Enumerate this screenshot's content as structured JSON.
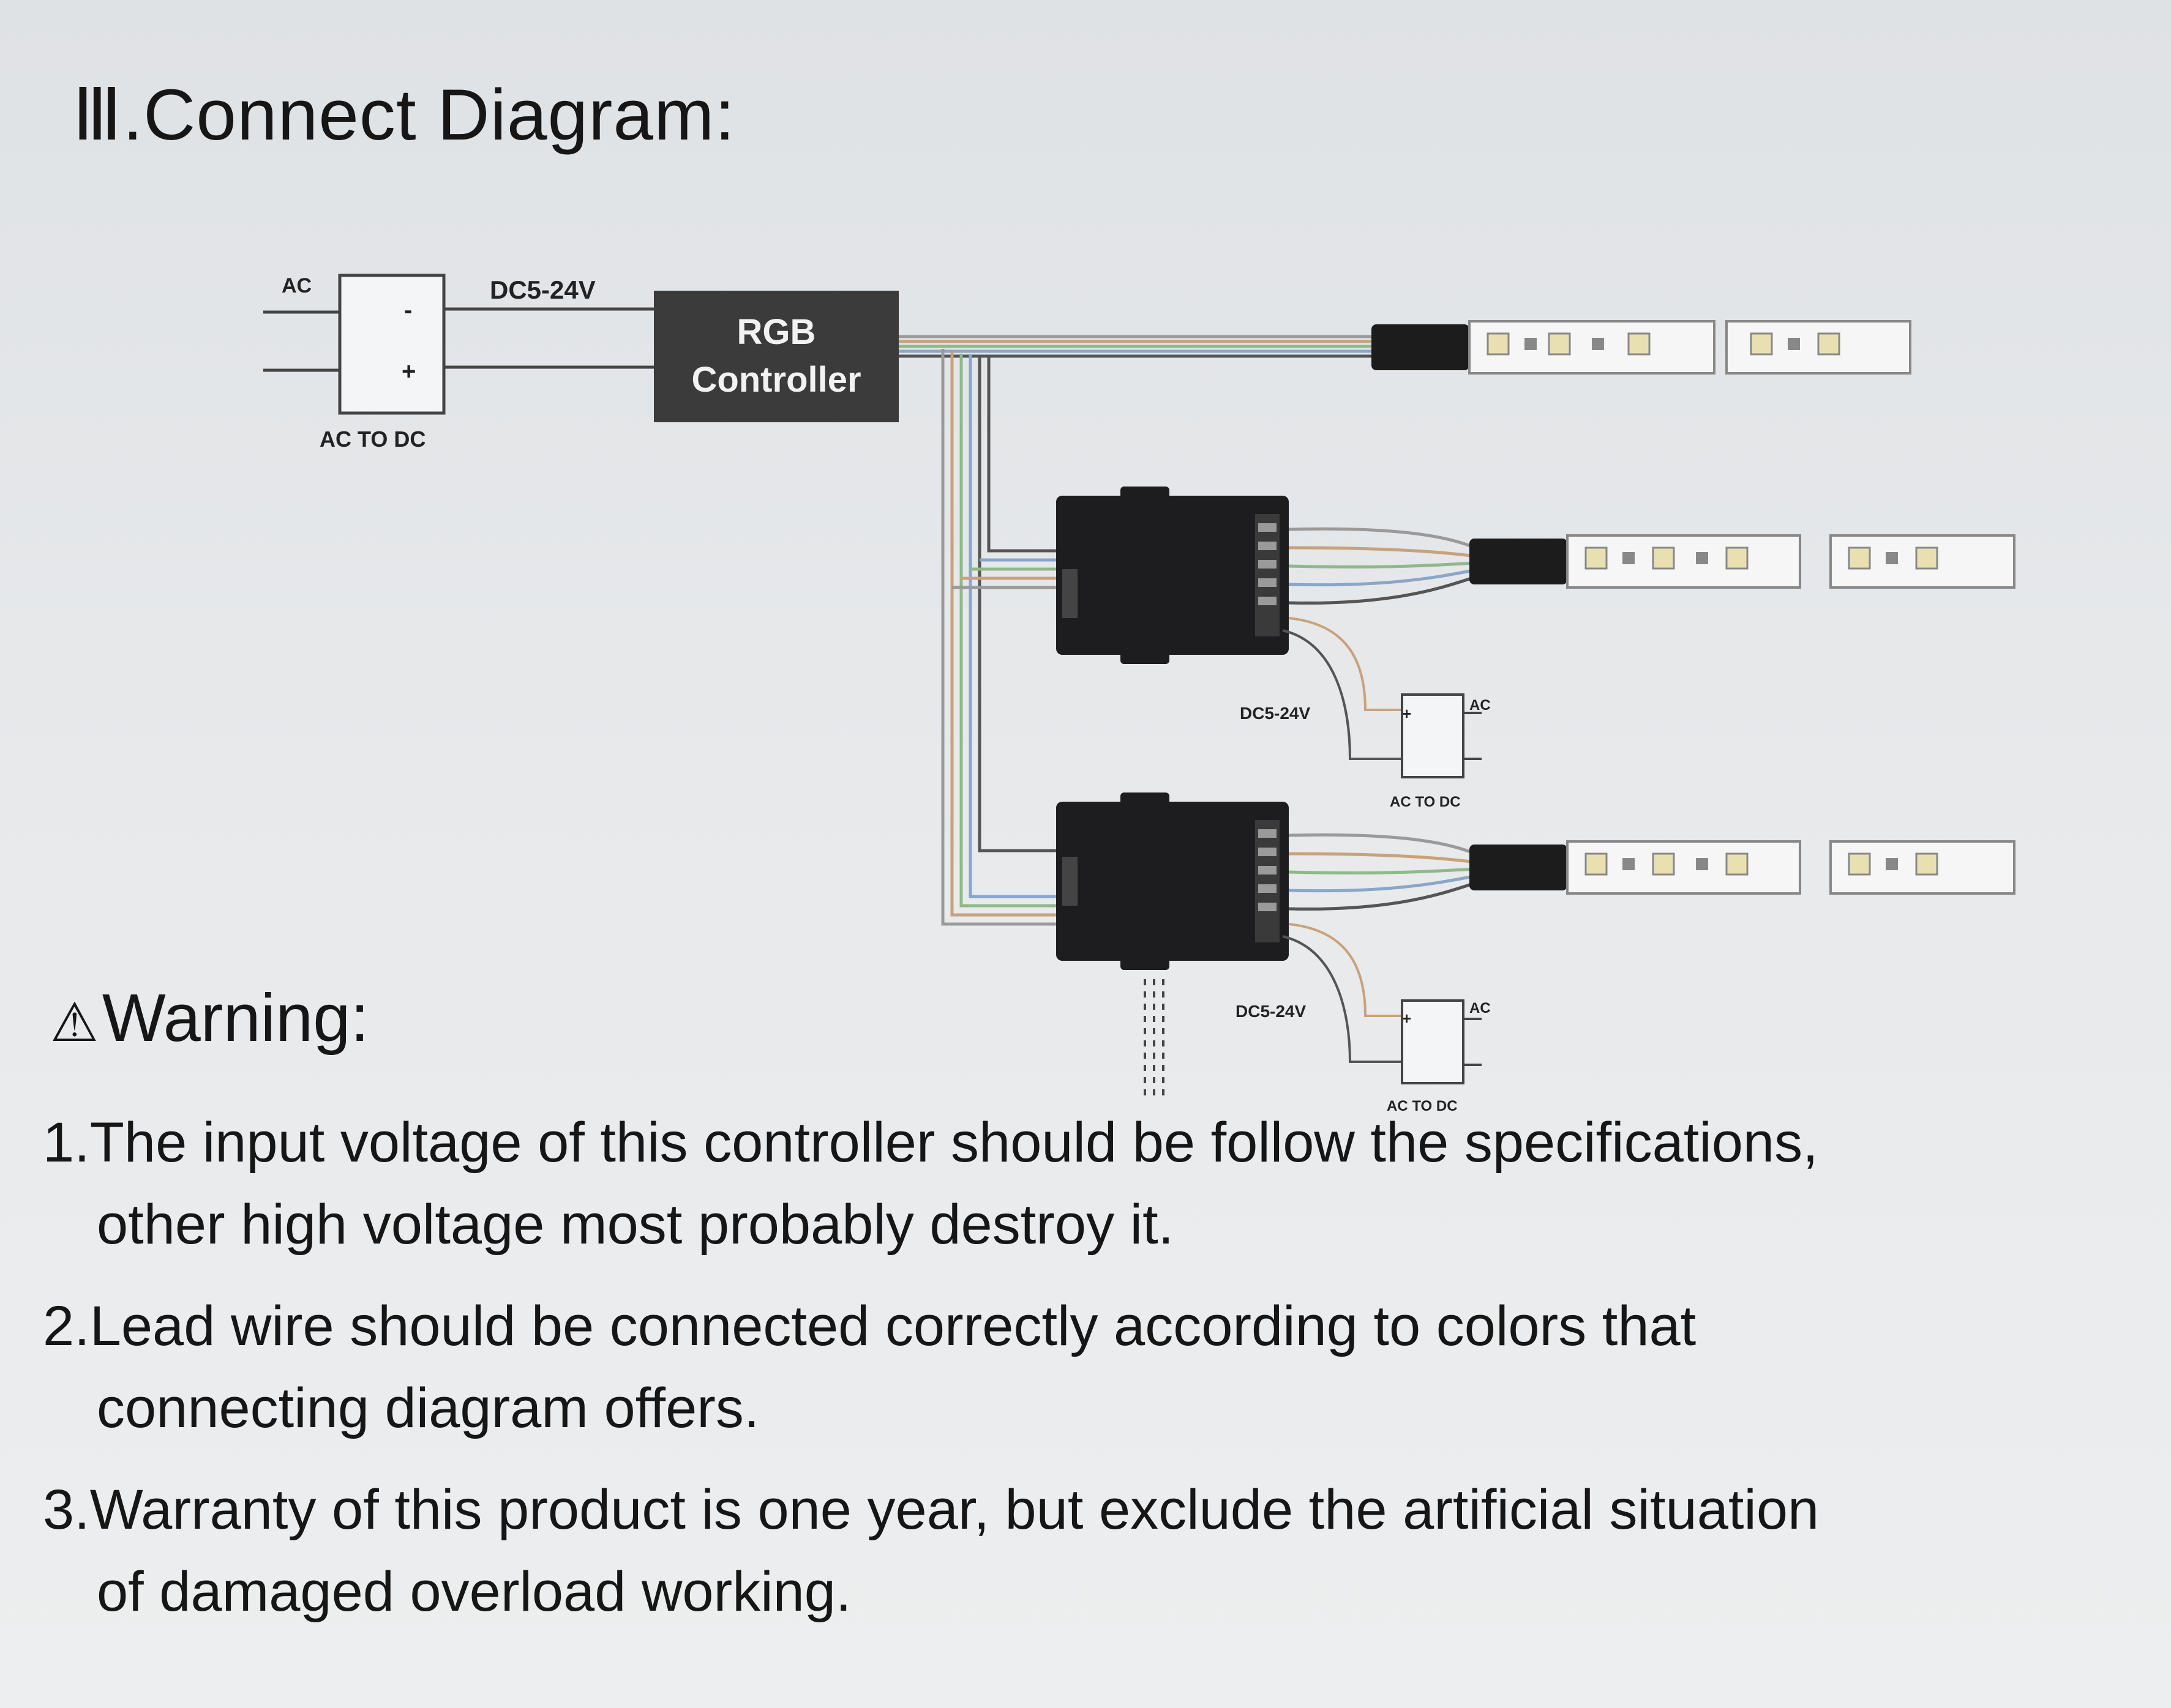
{
  "header": {
    "title": "Ⅲ.Connect Diagram:"
  },
  "diagram": {
    "input_ac": "AC",
    "input_voltage": "DC5-24V",
    "input_minus": "-",
    "input_plus": "+",
    "input_psu_label": "AC TO DC",
    "controller_line1": "RGB",
    "controller_line2": "Controller",
    "amp1_voltage": "DC5-24V",
    "amp1_ac": "AC",
    "amp1_plus": "+",
    "amp1_psu_label": "AC TO DC",
    "amp2_voltage": "DC5-24V",
    "amp2_ac": "AC",
    "amp2_plus": "+",
    "amp2_psu_label": "AC TO DC",
    "wire_colors": [
      "#9a9a9a",
      "#c9a27a",
      "#8fb98a",
      "#8aa6c8",
      "#555555"
    ]
  },
  "warning": {
    "icon": "warning-triangle-icon",
    "title": "Warning:",
    "items": [
      {
        "line1": "1.The input voltage of this controller should be follow the specifications,",
        "line2": "other high voltage most probably destroy it."
      },
      {
        "line1": "2.Lead wire should be connected correctly according to colors that",
        "line2": "connecting diagram offers."
      },
      {
        "line1": "3.Warranty of this product is one year, but exclude the artificial situation",
        "line2": "of damaged overload working."
      }
    ]
  }
}
